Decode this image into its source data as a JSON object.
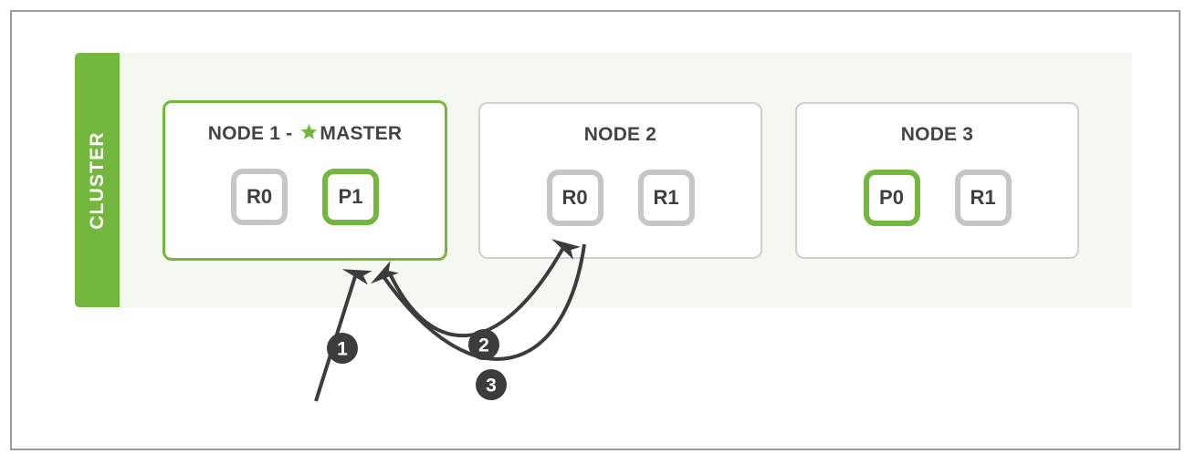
{
  "diagram": {
    "cluster_label": "CLUSTER",
    "colors": {
      "accent_green": "#74b73e",
      "panel_background": "#f4f8f0",
      "frame_border": "#9b9b9f",
      "replica_border": "#c6c6c6",
      "badge_fill": "#3c3c3c",
      "text": "#3f3f3f"
    },
    "nodes": [
      {
        "title_prefix": "NODE 1 - ",
        "title_suffix": "MASTER",
        "title_full": "NODE 1 - ★ MASTER",
        "is_master": true,
        "star_icon": "star-icon",
        "shards": [
          {
            "label": "R0",
            "type": "replica"
          },
          {
            "label": "P1",
            "type": "primary"
          }
        ]
      },
      {
        "title_prefix": "NODE 2",
        "title_suffix": "",
        "title_full": "NODE 2",
        "is_master": false,
        "star_icon": "",
        "shards": [
          {
            "label": "R0",
            "type": "replica"
          },
          {
            "label": "R1",
            "type": "replica"
          }
        ]
      },
      {
        "title_prefix": "NODE 3",
        "title_suffix": "",
        "title_full": "NODE 3",
        "is_master": false,
        "star_icon": "",
        "shards": [
          {
            "label": "P0",
            "type": "primary"
          },
          {
            "label": "R1",
            "type": "replica"
          }
        ]
      }
    ],
    "steps": [
      {
        "number": "1",
        "target": "node-1"
      },
      {
        "number": "2",
        "target": "node-2-r0"
      },
      {
        "number": "3",
        "target": "node-1"
      }
    ]
  }
}
